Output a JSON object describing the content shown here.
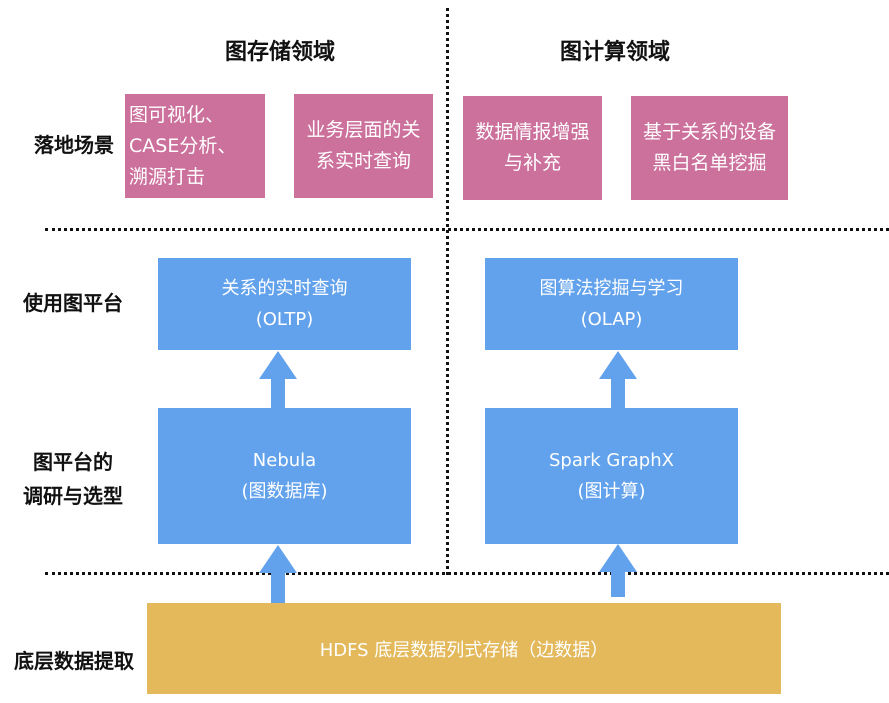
{
  "columns": {
    "storage": "图存储领域",
    "compute": "图计算领域"
  },
  "rows": {
    "scenarios": "落地场景",
    "platform_use": [
      "使用图平台"
    ],
    "platform_research": [
      "图平台的",
      "调研与选型"
    ],
    "data_extraction": "底层数据提取"
  },
  "scenario_boxes": [
    {
      "lines": [
        "图可视化、",
        "CASE分析、",
        "溯源打击"
      ]
    },
    {
      "lines": [
        "业务层面的关",
        "系实时查询"
      ]
    },
    {
      "lines": [
        "数据情报增强",
        "与补充"
      ]
    },
    {
      "lines": [
        "基于关系的设备",
        "黑白名单挖掘"
      ]
    }
  ],
  "platform_boxes": {
    "oltp": {
      "title": "关系的实时查询",
      "subtitle": "(OLTP)"
    },
    "olap": {
      "title": "图算法挖掘与学习",
      "subtitle": "(OLAP)"
    },
    "nebula": {
      "title": "Nebula",
      "subtitle": "(图数据库)"
    },
    "graphx": {
      "title": "Spark GraphX",
      "subtitle": "(图计算)"
    }
  },
  "storage_box": {
    "label": "HDFS 底层数据列式存储（边数据）"
  },
  "colors": {
    "scenario": "#cc709c",
    "platform": "#62a2ec",
    "storage": "#e3b95c",
    "arrow": "#62a2ec"
  }
}
